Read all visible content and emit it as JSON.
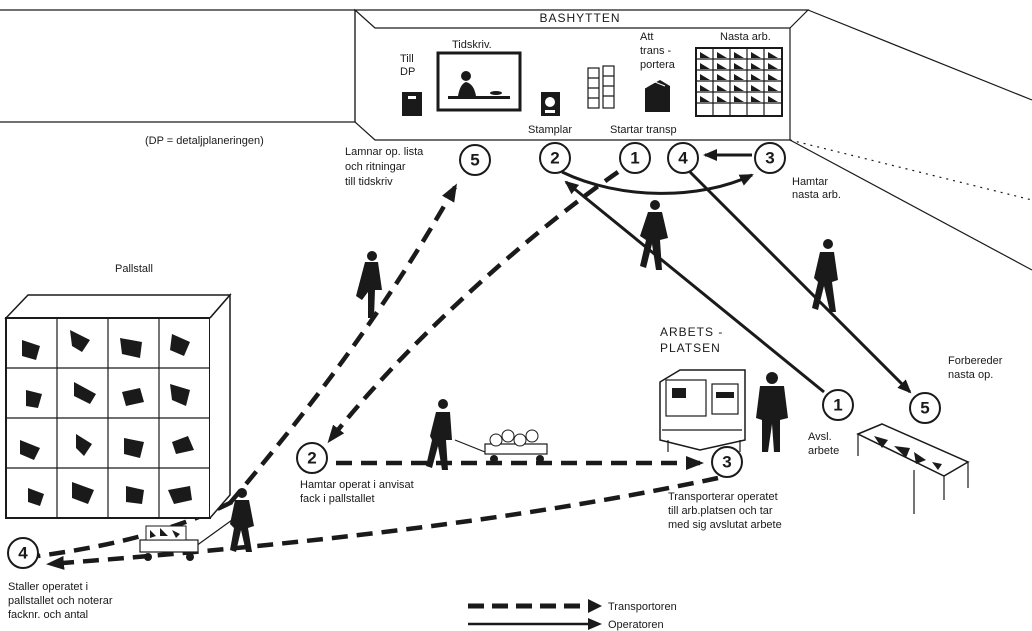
{
  "building": {
    "title": "BASHYTTEN",
    "till_dp": [
      "Till",
      "DP"
    ],
    "tidskriv": "Tidskriv.",
    "att_transportera": [
      "Att",
      "trans -",
      "portera"
    ],
    "nasta_arb": "Nasta arb.",
    "stamplar": "Stamplar",
    "startar_transp": "Startar transp",
    "dp_note": "(DP = detaljplaneringen)"
  },
  "steps": {
    "top_5": "5",
    "top_2": "2",
    "top_1": "1",
    "top_4": "4",
    "top_3": "3",
    "left_2": "2",
    "left_4": "4",
    "right_3": "3",
    "right_1": "1",
    "right_5": "5"
  },
  "annotations": {
    "lamnar": [
      "Lamnar op. lista",
      "och ritningar",
      "till tidskriv"
    ],
    "hamtar_nasta": [
      "Hamtar",
      "nasta arb."
    ],
    "pallstall": "Pallstall",
    "arbetsplatsen": [
      "ARBETS -",
      "PLATSEN"
    ],
    "forbereder": [
      "Forbereder",
      "nasta op."
    ],
    "avsl_arbete": [
      "Avsl.",
      "arbete"
    ],
    "hamtar_operat": [
      "Hamtar operat i anvisat",
      "fack i pallstallet"
    ],
    "transporterar": [
      "Transporterar operatet",
      "till arb.platsen och tar",
      "med sig avslutat arbete"
    ],
    "staller": [
      "Staller operatet i",
      "pallstallet och noterar",
      "facknr. och antal"
    ]
  },
  "legend": {
    "transportoren": "Transportoren",
    "operatoren": "Operatoren"
  },
  "icons": [
    "cabinet-icon",
    "desk-clerk-icon",
    "time-clock-icon",
    "card-rack-icon",
    "box-icon",
    "pigeonhole-shelf-icon",
    "pallet-rack-icon",
    "machine-tool-icon",
    "workbench-icon",
    "walking-person-icon",
    "hand-truck-icon"
  ]
}
